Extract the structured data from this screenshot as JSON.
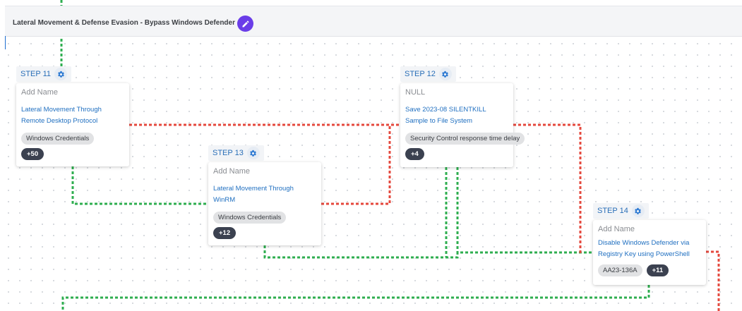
{
  "header": {
    "title": "Lateral Movement & Defense Evasion - Bypass Windows Defender"
  },
  "steps": [
    {
      "label": "STEP 11",
      "name": "Add Name",
      "description": "Lateral Movement Through Remote Desktop Protocol",
      "tags": [
        "Windows Credentials"
      ],
      "count": "+50"
    },
    {
      "label": "STEP 12",
      "name": "NULL",
      "description": "Save 2023-08 SILENTKILL Sample to File System",
      "tags": [
        "Security Control response time delay"
      ],
      "count": "+4"
    },
    {
      "label": "STEP 13",
      "name": "Add Name",
      "description": "Lateral Movement Through WinRM",
      "tags": [
        "Windows Credentials"
      ],
      "count": "+12"
    },
    {
      "label": "STEP 14",
      "name": "Add Name",
      "description": "Disable Windows Defender via Registry Key using PowerShell",
      "tags": [
        "AA23-136A"
      ],
      "count": "+11"
    }
  ],
  "icons": {
    "edit": "pencil-icon",
    "settings": "gear-icon"
  },
  "colors": {
    "success_line": "#2eae4f",
    "fail_line": "#e5483d",
    "edit_button": "#6a3de8",
    "step_label": "#2a6fb8",
    "count_badge": "#3b4150"
  }
}
